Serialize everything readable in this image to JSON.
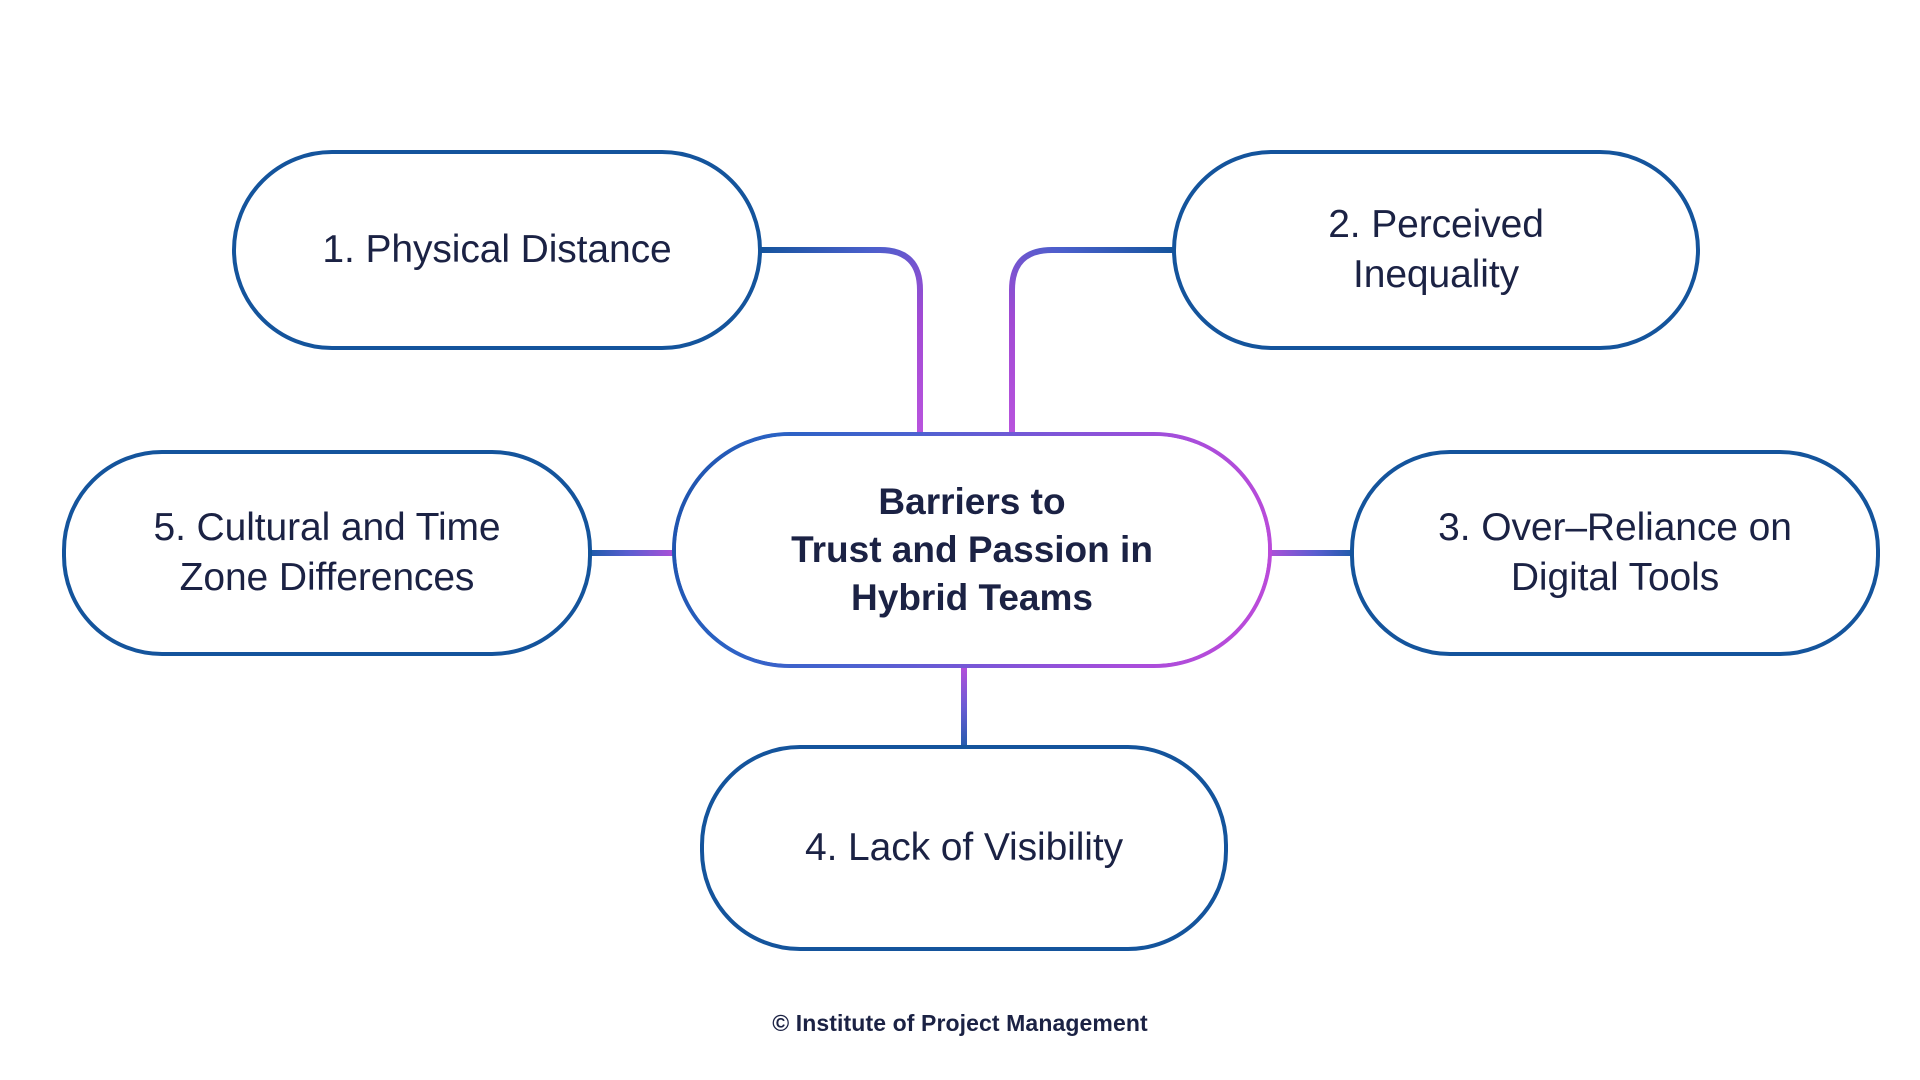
{
  "diagram": {
    "type": "mind-map",
    "center": {
      "name": "central-topic",
      "text": "Barriers to\nTrust and Passion in\nHybrid Teams"
    },
    "branches": [
      {
        "id": 1,
        "name": "branch-physical-distance",
        "text": "1. Physical Distance"
      },
      {
        "id": 2,
        "name": "branch-perceived-inequality",
        "text": "2. Perceived\nInequality"
      },
      {
        "id": 3,
        "name": "branch-over-reliance",
        "text": "3. Over–Reliance on\nDigital Tools"
      },
      {
        "id": 4,
        "name": "branch-lack-of-visibility",
        "text": "4. Lack of Visibility"
      },
      {
        "id": 5,
        "name": "branch-cultural-time-zone",
        "text": "5. Cultural and Time\nZone Differences"
      }
    ],
    "connectors": [
      {
        "from": "branch-physical-distance",
        "to": "central-topic",
        "style": "elbow-rounded"
      },
      {
        "from": "branch-perceived-inequality",
        "to": "central-topic",
        "style": "elbow-rounded"
      },
      {
        "from": "branch-over-reliance",
        "to": "central-topic",
        "style": "straight"
      },
      {
        "from": "branch-lack-of-visibility",
        "to": "central-topic",
        "style": "straight"
      },
      {
        "from": "branch-cultural-time-zone",
        "to": "central-topic",
        "style": "straight"
      }
    ]
  },
  "colors": {
    "branch_border": "#14549c",
    "center_border_start": "#1c50a8",
    "center_border_end": "#bf4ad9",
    "connector_blue": "#1559a0",
    "connector_purple": "#b34fd8",
    "text": "#1b2244",
    "background": "#ffffff"
  },
  "footer": {
    "name": "copyright-notice",
    "text": "© Institute of Project Management"
  }
}
